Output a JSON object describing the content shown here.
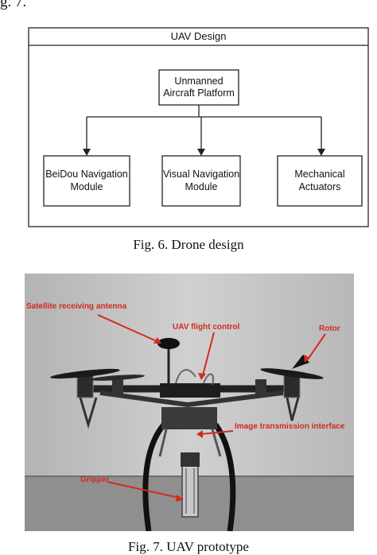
{
  "page_fragment": "g. 7.",
  "diagram": {
    "title": "UAV Design",
    "root": [
      "Unmanned",
      "Aircraft Platform"
    ],
    "children": [
      [
        "BeiDou Navigation",
        "Module"
      ],
      [
        "Visual Navigation",
        "Module"
      ],
      [
        "Mechanical",
        "Actuators"
      ]
    ]
  },
  "fig6_caption": "Fig. 6.   Drone design",
  "photo": {
    "annotations": {
      "antenna": "Satellite receiving antenna",
      "flight_control": "UAV flight control",
      "rotor": "Rotor",
      "image_interface": "Image transmission interface",
      "gripper": "Gripper"
    },
    "annotation_color": "#d42a1f"
  },
  "fig7_caption": "Fig. 7.   UAV prototype"
}
